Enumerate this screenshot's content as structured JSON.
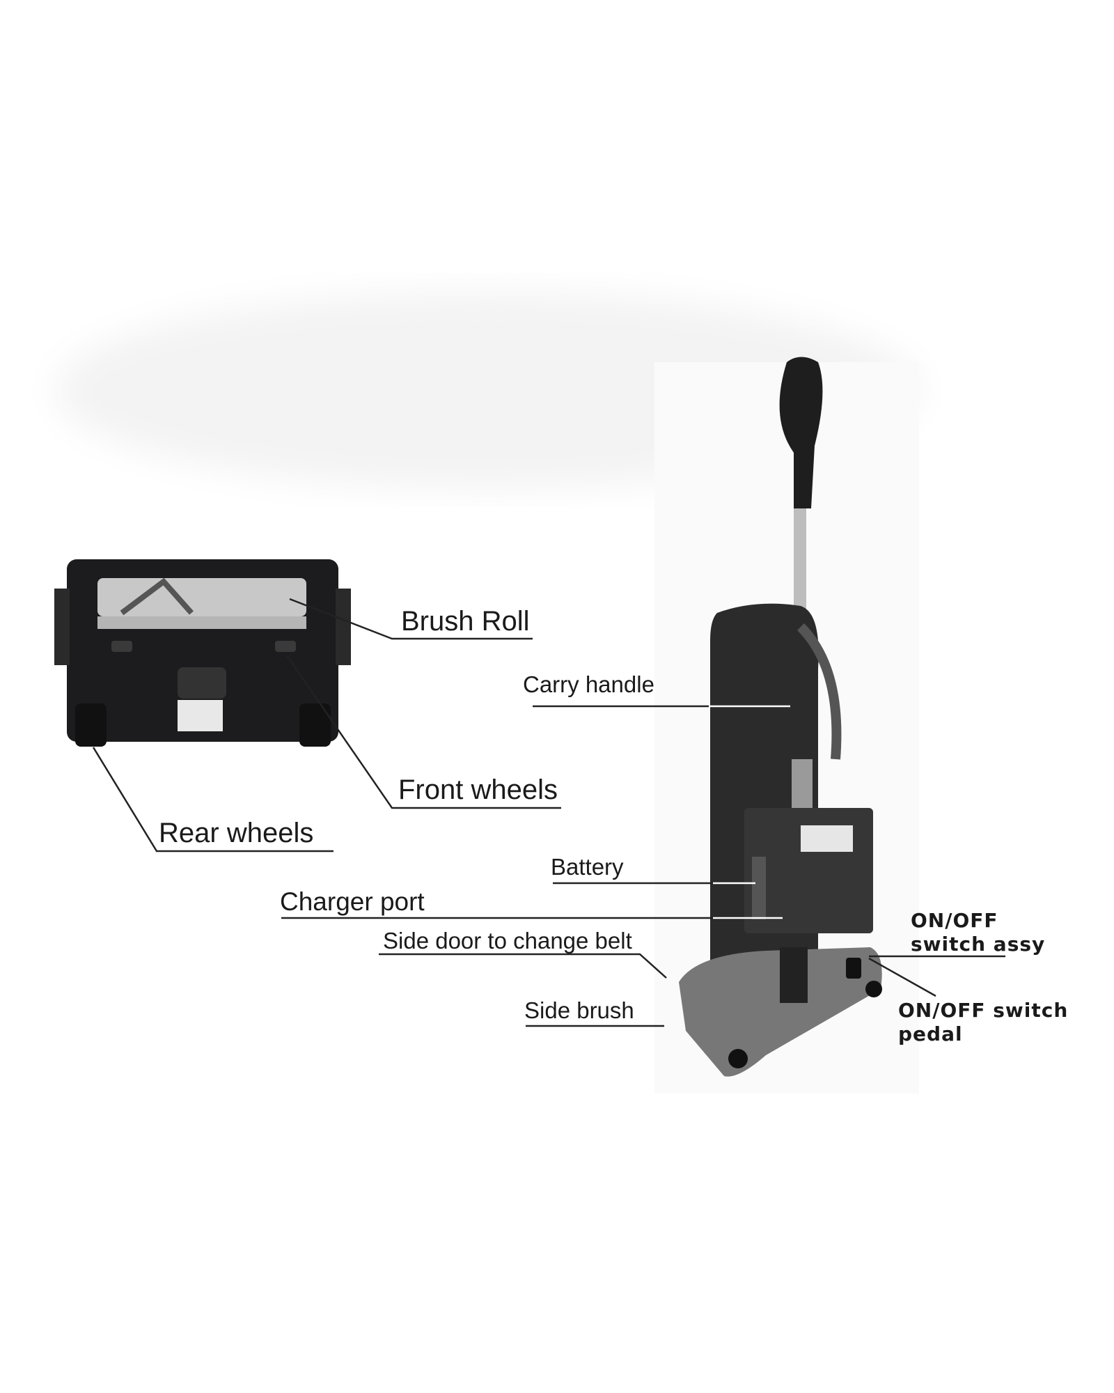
{
  "diagram": {
    "labels": {
      "brush_roll": "Brush Roll",
      "front_wheels": "Front wheels",
      "rear_wheels": "Rear wheels",
      "carry_handle": "Carry handle",
      "battery": "Battery",
      "charger_port": "Charger port",
      "side_door": "Side door to change belt",
      "side_brush": "Side brush",
      "switch_assy_1": "ON/OFF",
      "switch_assy_2": "switch assy",
      "switch_pedal_1": "ON/OFF switch",
      "switch_pedal_2": "pedal"
    }
  }
}
